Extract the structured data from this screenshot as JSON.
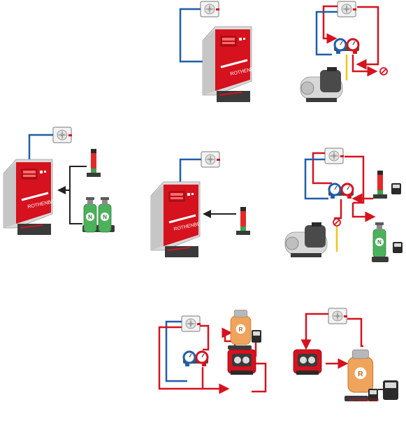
{
  "brand": {
    "name": "ROTHENBERGER",
    "colors": {
      "red": "#d5121e",
      "blue": "#1f5fa8",
      "yellow": "#f2c417",
      "gray": "#d9d9d9",
      "dark": "#3a3a3a",
      "green_cylinder": "#4bb25b",
      "orange_cylinder": "#f0a35a"
    }
  },
  "cylinder_labels": {
    "nitrogen": "N",
    "refrigerant": "R"
  },
  "panels": [
    {
      "id": "panel-1",
      "scenario": "device-to-hvac-unit"
    },
    {
      "id": "panel-2",
      "scenario": "manifold-vacuum-pump-with-blocked-outlet"
    },
    {
      "id": "panel-3",
      "scenario": "device-with-signal-tower-and-nitrogen-cylinders"
    },
    {
      "id": "panel-4",
      "scenario": "device-with-signal-tower"
    },
    {
      "id": "panel-5",
      "scenario": "manifold-vacuum-pump-signal-tower-nitrogen"
    },
    {
      "id": "panel-6",
      "scenario": "recovery-unit-to-refrigerant-cylinder-with-manifold"
    },
    {
      "id": "panel-7",
      "scenario": "recovery-unit-to-refrigerant-cylinder-on-scale"
    }
  ]
}
